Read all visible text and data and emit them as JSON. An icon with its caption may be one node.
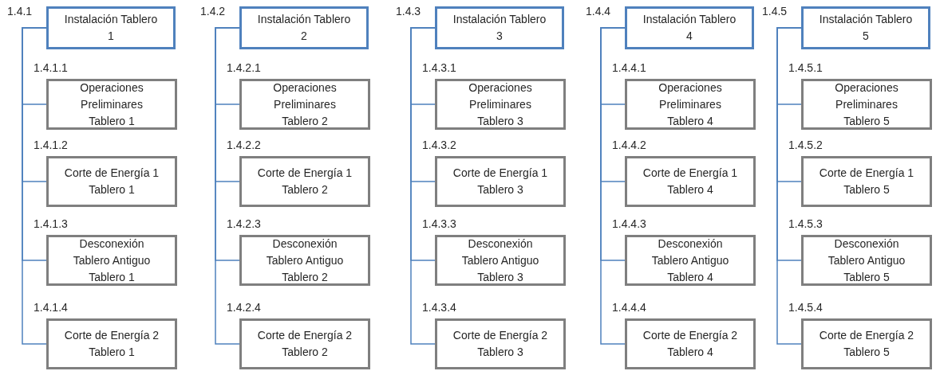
{
  "diagram": {
    "nodes": [
      {
        "text": [
          "Instalación Tablero 1"
        ],
        "beside": [
          "1.4.1"
        ]
      },
      {
        "text": [
          "Operaciones Preliminares Tablero 1"
        ],
        "beside": [
          "1.4.1.1"
        ]
      },
      {
        "text": [
          "Corte de Energía 1 Tablero 1"
        ],
        "beside": [
          "1.4.1.2"
        ]
      },
      {
        "text": [
          "Desconexión Tablero Antiguo Tablero 1"
        ],
        "beside": [
          "1.4.1.3"
        ]
      },
      {
        "text": [
          "Corte de Energía 2 Tablero 1"
        ],
        "beside": [
          "1.4.1.4"
        ]
      },
      {
        "text": [
          "Instalación Tablero 2"
        ],
        "beside": [
          "1.4.2"
        ]
      },
      {
        "text": [
          "Operaciones Preliminares Tablero 2"
        ],
        "beside": [
          "1.4.2.1"
        ]
      },
      {
        "text": [
          "Corte de Energía 1 Tablero 2"
        ],
        "beside": [
          "1.4.2.2"
        ]
      },
      {
        "text": [
          "Desconexión Tablero Antiguo Tablero 2"
        ],
        "beside": [
          "1.4.2.3"
        ]
      },
      {
        "text": [
          "Corte de Energía 2 Tablero 2"
        ],
        "beside": [
          "1.4.2.4"
        ]
      },
      {
        "text": [
          "Instalación Tablero 3"
        ],
        "beside": [
          "1.4.3"
        ]
      },
      {
        "text": [
          "Operaciones Preliminares Tablero 3"
        ],
        "beside": [
          "1.4.3.1"
        ]
      },
      {
        "text": [
          "Corte de Energía 1 Tablero 3"
        ],
        "beside": [
          "1.4.3.2"
        ]
      },
      {
        "text": [
          "Desconexión Tablero Antiguo Tablero 3"
        ],
        "beside": [
          "1.4.3.3"
        ]
      },
      {
        "text": [
          "Corte de Energía 2 Tablero 3"
        ],
        "beside": [
          "1.4.3.4"
        ]
      },
      {
        "text": [
          "Instalación Tablero 4"
        ],
        "beside": [
          "1.4.4"
        ]
      },
      {
        "text": [
          "Operaciones Preliminares Tablero 4"
        ],
        "beside": [
          "1.4.4.1"
        ]
      },
      {
        "text": [
          "Corte de Energía 1 Tablero 4"
        ],
        "beside": [
          "1.4.4.2"
        ]
      },
      {
        "text": [
          "Desconexión Tablero Antiguo Tablero 4"
        ],
        "beside": [
          "1.4.4.3"
        ]
      },
      {
        "text": [
          "Corte de Energía 2 Tablero 4"
        ],
        "beside": [
          "1.4.4.4"
        ]
      },
      {
        "text": [
          "Instalación Tablero 5"
        ],
        "beside": [
          "1.4.5"
        ]
      },
      {
        "text": [
          "Operaciones Preliminares Tablero 5"
        ],
        "beside": [
          "1.4.5.1"
        ]
      },
      {
        "text": [
          "Corte de Energía 1 Tablero 5"
        ],
        "beside": [
          "1.4.5.2"
        ]
      },
      {
        "text": [
          "Desconexión Tablero Antiguo Tablero 5"
        ],
        "beside": [
          "1.4.5.3"
        ]
      },
      {
        "text": [
          "Corte de Energía 2 Tablero 5"
        ],
        "beside": [
          "1.4.5.4"
        ]
      }
    ],
    "edges": [
      {
        "from": 0,
        "to": 1,
        "arrow": "none"
      },
      {
        "from": 0,
        "to": 2,
        "arrow": "none"
      },
      {
        "from": 0,
        "to": 3,
        "arrow": "none"
      },
      {
        "from": 0,
        "to": 4,
        "arrow": "none"
      },
      {
        "from": 5,
        "to": 6,
        "arrow": "none"
      },
      {
        "from": 5,
        "to": 7,
        "arrow": "none"
      },
      {
        "from": 5,
        "to": 8,
        "arrow": "none"
      },
      {
        "from": 5,
        "to": 9,
        "arrow": "none"
      },
      {
        "from": 10,
        "to": 11,
        "arrow": "none"
      },
      {
        "from": 10,
        "to": 12,
        "arrow": "none"
      },
      {
        "from": 10,
        "to": 13,
        "arrow": "none"
      },
      {
        "from": 10,
        "to": 14,
        "arrow": "none"
      },
      {
        "from": 15,
        "to": 16,
        "arrow": "none"
      },
      {
        "from": 15,
        "to": 17,
        "arrow": "none"
      },
      {
        "from": 15,
        "to": 18,
        "arrow": "none"
      },
      {
        "from": 15,
        "to": 19,
        "arrow": "none"
      },
      {
        "from": 20,
        "to": 21,
        "arrow": "none"
      },
      {
        "from": 20,
        "to": 22,
        "arrow": "none"
      },
      {
        "from": 20,
        "to": 23,
        "arrow": "none"
      },
      {
        "from": 20,
        "to": 24,
        "arrow": "none"
      }
    ]
  }
}
